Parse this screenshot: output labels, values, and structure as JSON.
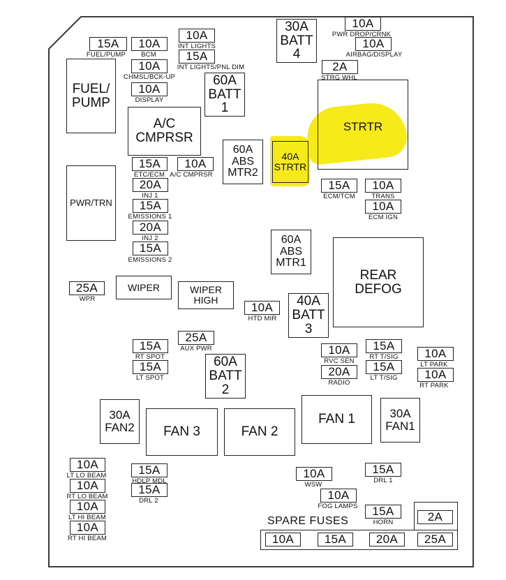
{
  "colors": {
    "highlight": "#f6ea1a",
    "line": "#222222"
  },
  "relays": {
    "fuel_pump": [
      "FUEL/",
      "PUMP"
    ],
    "ac_cmprsr": [
      "A/C",
      "CMPRSR"
    ],
    "pwr_trn": "PWR/TRN",
    "wiper": "WIPER",
    "wiper_high": [
      "WIPER",
      "HIGH"
    ],
    "strtr": "STRTR",
    "rear_defog": [
      "REAR",
      "DEFOG"
    ],
    "fan1": "FAN 1",
    "fan2": "FAN 2",
    "fan3": "FAN 3"
  },
  "maxi": {
    "batt4": [
      "30A",
      "BATT",
      "4"
    ],
    "batt1": [
      "60A",
      "BATT",
      "1"
    ],
    "abs_mtr2": [
      "60A",
      "ABS",
      "MTR2"
    ],
    "strtr40": [
      "40A",
      "STRTR"
    ],
    "abs_mtr1": [
      "60A",
      "ABS",
      "MTR1"
    ],
    "batt3": [
      "40A",
      "BATT",
      "3"
    ],
    "batt2": [
      "60A",
      "BATT",
      "2"
    ],
    "fan2_30": [
      "30A",
      "FAN2"
    ],
    "fan1_30": [
      "30A",
      "FAN1"
    ]
  },
  "fuses": {
    "fuel_pump": {
      "rating": "15A",
      "label": "FUEL/PUMP"
    },
    "bcm": {
      "rating": "10A",
      "label": "BCM"
    },
    "int_lights": {
      "rating": "10A",
      "label": "INT LIGHTS"
    },
    "int_lights_pnl_dim": {
      "rating": "15A",
      "label": "INT LIGHTS/PNL DIM"
    },
    "chmsl": {
      "rating": "10A",
      "label": "CHMSL/BCK-UP"
    },
    "display": {
      "rating": "10A",
      "label": "DISPLAY"
    },
    "pwr_drop": {
      "rating": "10A",
      "label": "PWR DROP/CRNK"
    },
    "airbag": {
      "rating": "10A",
      "label": "AIRBAG/DISPLAY"
    },
    "strg_whl": {
      "rating": "2A",
      "label": "STRG WHL"
    },
    "etc_ecm": {
      "rating": "15A",
      "label": "ETC/ECM"
    },
    "ac_cmprsr": {
      "rating": "10A",
      "label": "A/C CMPRSR"
    },
    "inj1": {
      "rating": "20A",
      "label": "INJ 1"
    },
    "emissions1": {
      "rating": "15A",
      "label": "EMISSIONS 1"
    },
    "inj2": {
      "rating": "20A",
      "label": "INJ 2"
    },
    "emissions2": {
      "rating": "15A",
      "label": "EMISSIONS 2"
    },
    "ecm_tcm": {
      "rating": "15A",
      "label": "ECM/TCM"
    },
    "trans": {
      "rating": "10A",
      "label": "TRANS"
    },
    "ecm_ign": {
      "rating": "10A",
      "label": "ECM IGN"
    },
    "wpr": {
      "rating": "25A",
      "label": "WPR"
    },
    "htd_mir": {
      "rating": "10A",
      "label": "HTD MIR"
    },
    "aux_pwr": {
      "rating": "25A",
      "label": "AUX PWR"
    },
    "rt_spot": {
      "rating": "15A",
      "label": "RT SPOT"
    },
    "lt_spot": {
      "rating": "15A",
      "label": "LT SPOT"
    },
    "rvc_sen": {
      "rating": "10A",
      "label": "RVC SEN"
    },
    "radio": {
      "rating": "20A",
      "label": "RADIO"
    },
    "rt_tsig": {
      "rating": "15A",
      "label": "RT T/SIG"
    },
    "lt_tsig": {
      "rating": "15A",
      "label": "LT T/SIG"
    },
    "lt_park": {
      "rating": "10A",
      "label": "LT PARK"
    },
    "rt_park": {
      "rating": "10A",
      "label": "RT PARK"
    },
    "lt_lo_beam": {
      "rating": "10A",
      "label": "LT LO BEAM"
    },
    "rt_lo_beam": {
      "rating": "10A",
      "label": "RT LO BEAM"
    },
    "lt_hi_beam": {
      "rating": "10A",
      "label": "LT HI BEAM"
    },
    "rt_hi_beam": {
      "rating": "10A",
      "label": "RT HI BEAM"
    },
    "hdlp_mdl": {
      "rating": "15A",
      "label": "HDLP MDL"
    },
    "drl2": {
      "rating": "15A",
      "label": "DRL 2"
    },
    "wsw": {
      "rating": "10A",
      "label": "WSW"
    },
    "drl1": {
      "rating": "15A",
      "label": "DRL 1"
    },
    "fog_lamps": {
      "rating": "10A",
      "label": "FOG LAMPS"
    },
    "horn": {
      "rating": "15A",
      "label": "HORN"
    }
  },
  "spare": {
    "title": "SPARE FUSES",
    "small": "2A",
    "ratings": [
      "10A",
      "15A",
      "20A",
      "25A"
    ]
  }
}
